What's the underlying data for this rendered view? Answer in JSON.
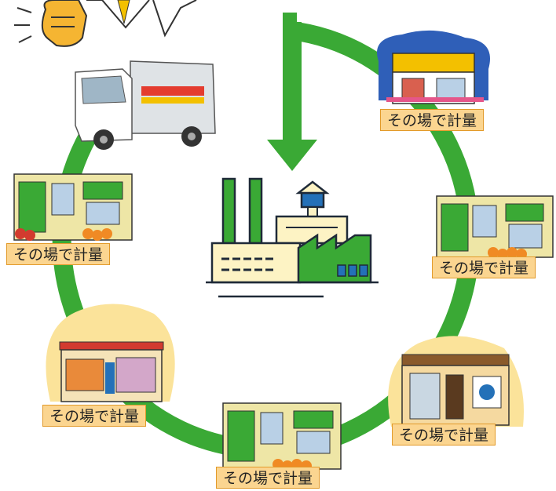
{
  "colors": {
    "ring": "#3aa935",
    "label_bg": "#fbd590",
    "label_border": "#e29a2a",
    "factory_green": "#3aa935",
    "factory_cream": "#fdf3c4",
    "factory_blue": "#2471b8"
  },
  "stations": [
    {
      "icon": "convenience-store-icon",
      "label": "その場で計量"
    },
    {
      "icon": "supermarket-icon",
      "label": "その場で計量"
    },
    {
      "icon": "bakery-shop-icon",
      "label": "その場で計量"
    },
    {
      "icon": "supermarket-icon",
      "label": "その場で計量"
    },
    {
      "icon": "fruit-shop-icon",
      "label": "その場で計量"
    },
    {
      "icon": "supermarket-icon",
      "label": "その場で計量"
    }
  ],
  "center_icon": "recycling-factory-icon",
  "vehicle_icon": "collection-truck-icon",
  "person_icon": "thumbs-up-person-icon"
}
